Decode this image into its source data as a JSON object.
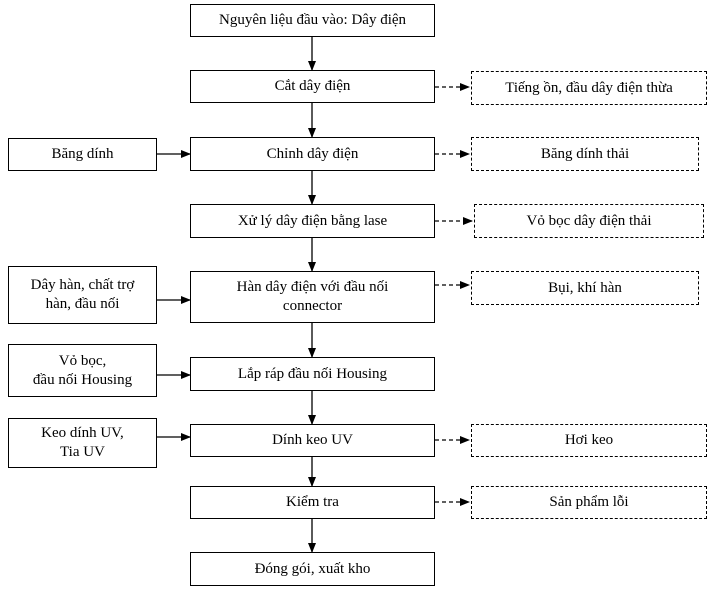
{
  "main_steps": [
    "Nguyên liệu đầu vào: Dây điện",
    "Cắt dây điện",
    "Chỉnh dây điện",
    "Xử lý dây điện bằng lase",
    "Hàn dây điện với đầu nối\nconnector",
    "Lắp ráp đầu nối Housing",
    "Dính keo UV",
    "Kiểm tra",
    "Đóng gói, xuất kho"
  ],
  "inputs": [
    "Băng dính",
    "Dây hàn, chất trợ\nhàn, đầu nối",
    "Vỏ bọc,\nđầu nối Housing",
    "Keo dính UV,\nTia UV"
  ],
  "outputs": [
    "Tiếng ồn, đầu dây điện thừa",
    "Băng dính thải",
    "Vỏ bọc dây điện thải",
    "Bụi, khí hàn",
    "Hơi keo",
    "Sản phẩm lỗi"
  ]
}
